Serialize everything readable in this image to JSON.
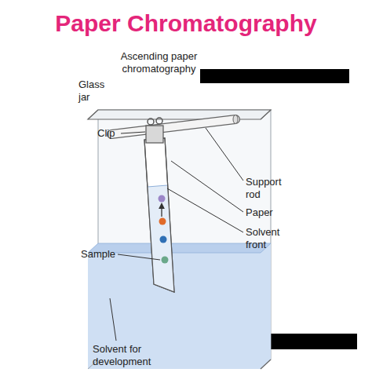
{
  "diagram": {
    "title": "Paper Chromatography",
    "labels": [
      "Ascending paper chromatography",
      "Glass jar",
      "Clip",
      "Support rod",
      "Paper",
      "Solvent front",
      "Sample",
      "Solvent for development"
    ]
  }
}
